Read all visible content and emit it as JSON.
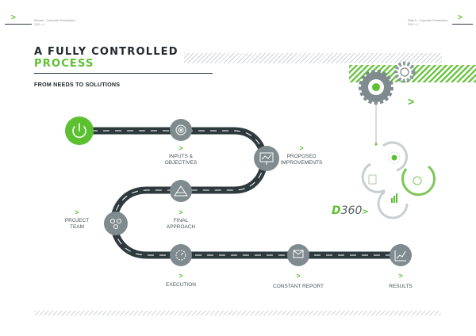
{
  "header": {
    "left_title": "Elevate – Corporate Presentation",
    "left_sub": "2021 • 4",
    "right_title": "Slide 6 – Corporate Presentation",
    "right_sub": "2021 • 4"
  },
  "title": {
    "line1": "A FULLY CONTROLLED",
    "line2": "PROCESS"
  },
  "subtitle": "FROM NEEDS TO SOLUTIONS",
  "steps": [
    {
      "label1": "INPUTS &",
      "label2": "OBJECTIVES",
      "icon": "target-icon"
    },
    {
      "label1": "PROPOSED",
      "label2": "IMPROVEMENTS",
      "icon": "presentation-icon"
    },
    {
      "label1": "FINAL",
      "label2": "APPROACH",
      "icon": "blueprint-icon"
    },
    {
      "label1": "PROJECT",
      "label2": "TEAM",
      "icon": "team-icon"
    },
    {
      "label1": "EXECUTION",
      "label2": "",
      "icon": "gauge-icon"
    },
    {
      "label1": "CONSTANT REPORT",
      "label2": "",
      "icon": "report-icon"
    },
    {
      "label1": "RESULTS",
      "label2": "",
      "icon": "growth-chart-icon"
    }
  ],
  "start_icon": "power-icon",
  "brand": {
    "prefix": "D",
    "number": "360"
  },
  "colors": {
    "accent": "#5cc130",
    "road": "#2f3a3f",
    "node": "#7f8b8f"
  }
}
